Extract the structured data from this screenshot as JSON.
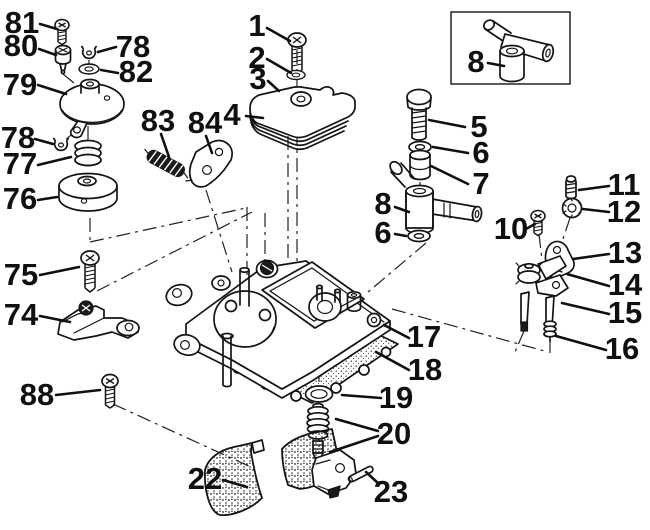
{
  "figure": {
    "type": "exploded-parts-diagram",
    "background": "#ffffff",
    "ink_color": "#141414",
    "callouts": [
      {
        "id": "callout-81",
        "label": "81"
      },
      {
        "id": "callout-80",
        "label": "80"
      },
      {
        "id": "callout-78-upper",
        "label": "78"
      },
      {
        "id": "callout-82",
        "label": "82"
      },
      {
        "id": "callout-79",
        "label": "79"
      },
      {
        "id": "callout-78-lower",
        "label": "78"
      },
      {
        "id": "callout-77",
        "label": "77"
      },
      {
        "id": "callout-76",
        "label": "76"
      },
      {
        "id": "callout-75",
        "label": "75"
      },
      {
        "id": "callout-74",
        "label": "74"
      },
      {
        "id": "callout-88",
        "label": "88"
      },
      {
        "id": "callout-1",
        "label": "1"
      },
      {
        "id": "callout-2",
        "label": "2"
      },
      {
        "id": "callout-3",
        "label": "3"
      },
      {
        "id": "callout-4",
        "label": "4"
      },
      {
        "id": "callout-83",
        "label": "83"
      },
      {
        "id": "callout-84",
        "label": "84"
      },
      {
        "id": "callout-8-inset",
        "label": "8"
      },
      {
        "id": "callout-5",
        "label": "5"
      },
      {
        "id": "callout-6-upper",
        "label": "6"
      },
      {
        "id": "callout-7",
        "label": "7"
      },
      {
        "id": "callout-8-main",
        "label": "8"
      },
      {
        "id": "callout-6-lower",
        "label": "6"
      },
      {
        "id": "callout-10",
        "label": "10"
      },
      {
        "id": "callout-11",
        "label": "11"
      },
      {
        "id": "callout-12",
        "label": "12"
      },
      {
        "id": "callout-13",
        "label": "13"
      },
      {
        "id": "callout-14",
        "label": "14"
      },
      {
        "id": "callout-15",
        "label": "15"
      },
      {
        "id": "callout-16",
        "label": "16"
      },
      {
        "id": "callout-17",
        "label": "17"
      },
      {
        "id": "callout-18",
        "label": "18"
      },
      {
        "id": "callout-19",
        "label": "19"
      },
      {
        "id": "callout-20",
        "label": "20"
      },
      {
        "id": "callout-22",
        "label": "22"
      },
      {
        "id": "callout-23",
        "label": "23"
      }
    ]
  }
}
